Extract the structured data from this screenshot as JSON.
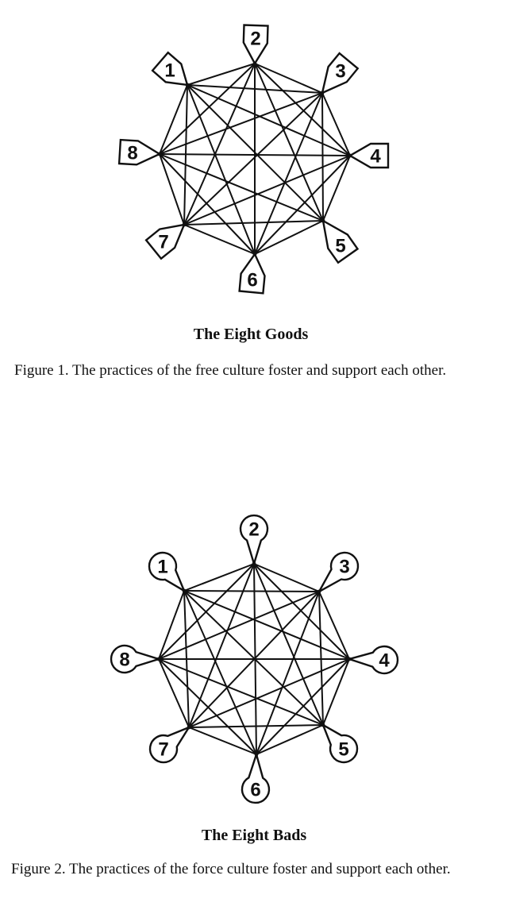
{
  "figures": [
    {
      "title": "The Eight Goods",
      "caption": "Figure 1. The practices of the free culture foster and support each other.",
      "node_shape": "pentagon-tag",
      "nodes": [
        "1",
        "2",
        "3",
        "4",
        "5",
        "6",
        "7",
        "8"
      ]
    },
    {
      "title": "The Eight Bads",
      "caption": "Figure 2. The practices of the force culture foster and support each other.",
      "node_shape": "teardrop-circle",
      "nodes": [
        "1",
        "2",
        "3",
        "4",
        "5",
        "6",
        "7",
        "8"
      ]
    }
  ],
  "edges": "complete-graph"
}
